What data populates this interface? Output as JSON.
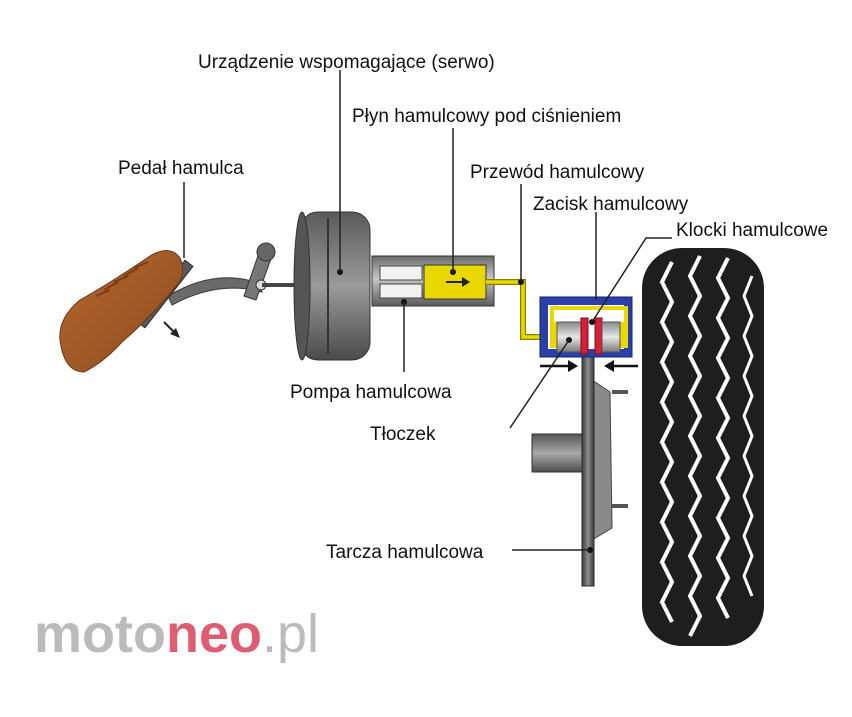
{
  "labels": {
    "servo": "Urządzenie wspomagające (serwo)",
    "pressurized_fluid": "Płyn hamulcowy pod ciśnieniem",
    "brake_pedal": "Pedał hamulca",
    "brake_line": "Przewód hamulcowy",
    "caliper": "Zacisk hamulcowy",
    "brake_pads": "Klocki hamulcowe",
    "master_cylinder": "Pompa hamulcowa",
    "piston": "Tłoczek",
    "brake_disc": "Tarcza hamulcowa"
  },
  "watermark": {
    "part1": "moto",
    "part2": "neo",
    "part3": ".pl"
  },
  "colors": {
    "fluid": "#e8d800",
    "caliper": "#2a3fa8",
    "pad": "#d81f3a",
    "shoe": "#a6592a",
    "tire": "#1e1e1e",
    "logo_gray": "#b0b0b0",
    "logo_red": "#d8435a"
  }
}
